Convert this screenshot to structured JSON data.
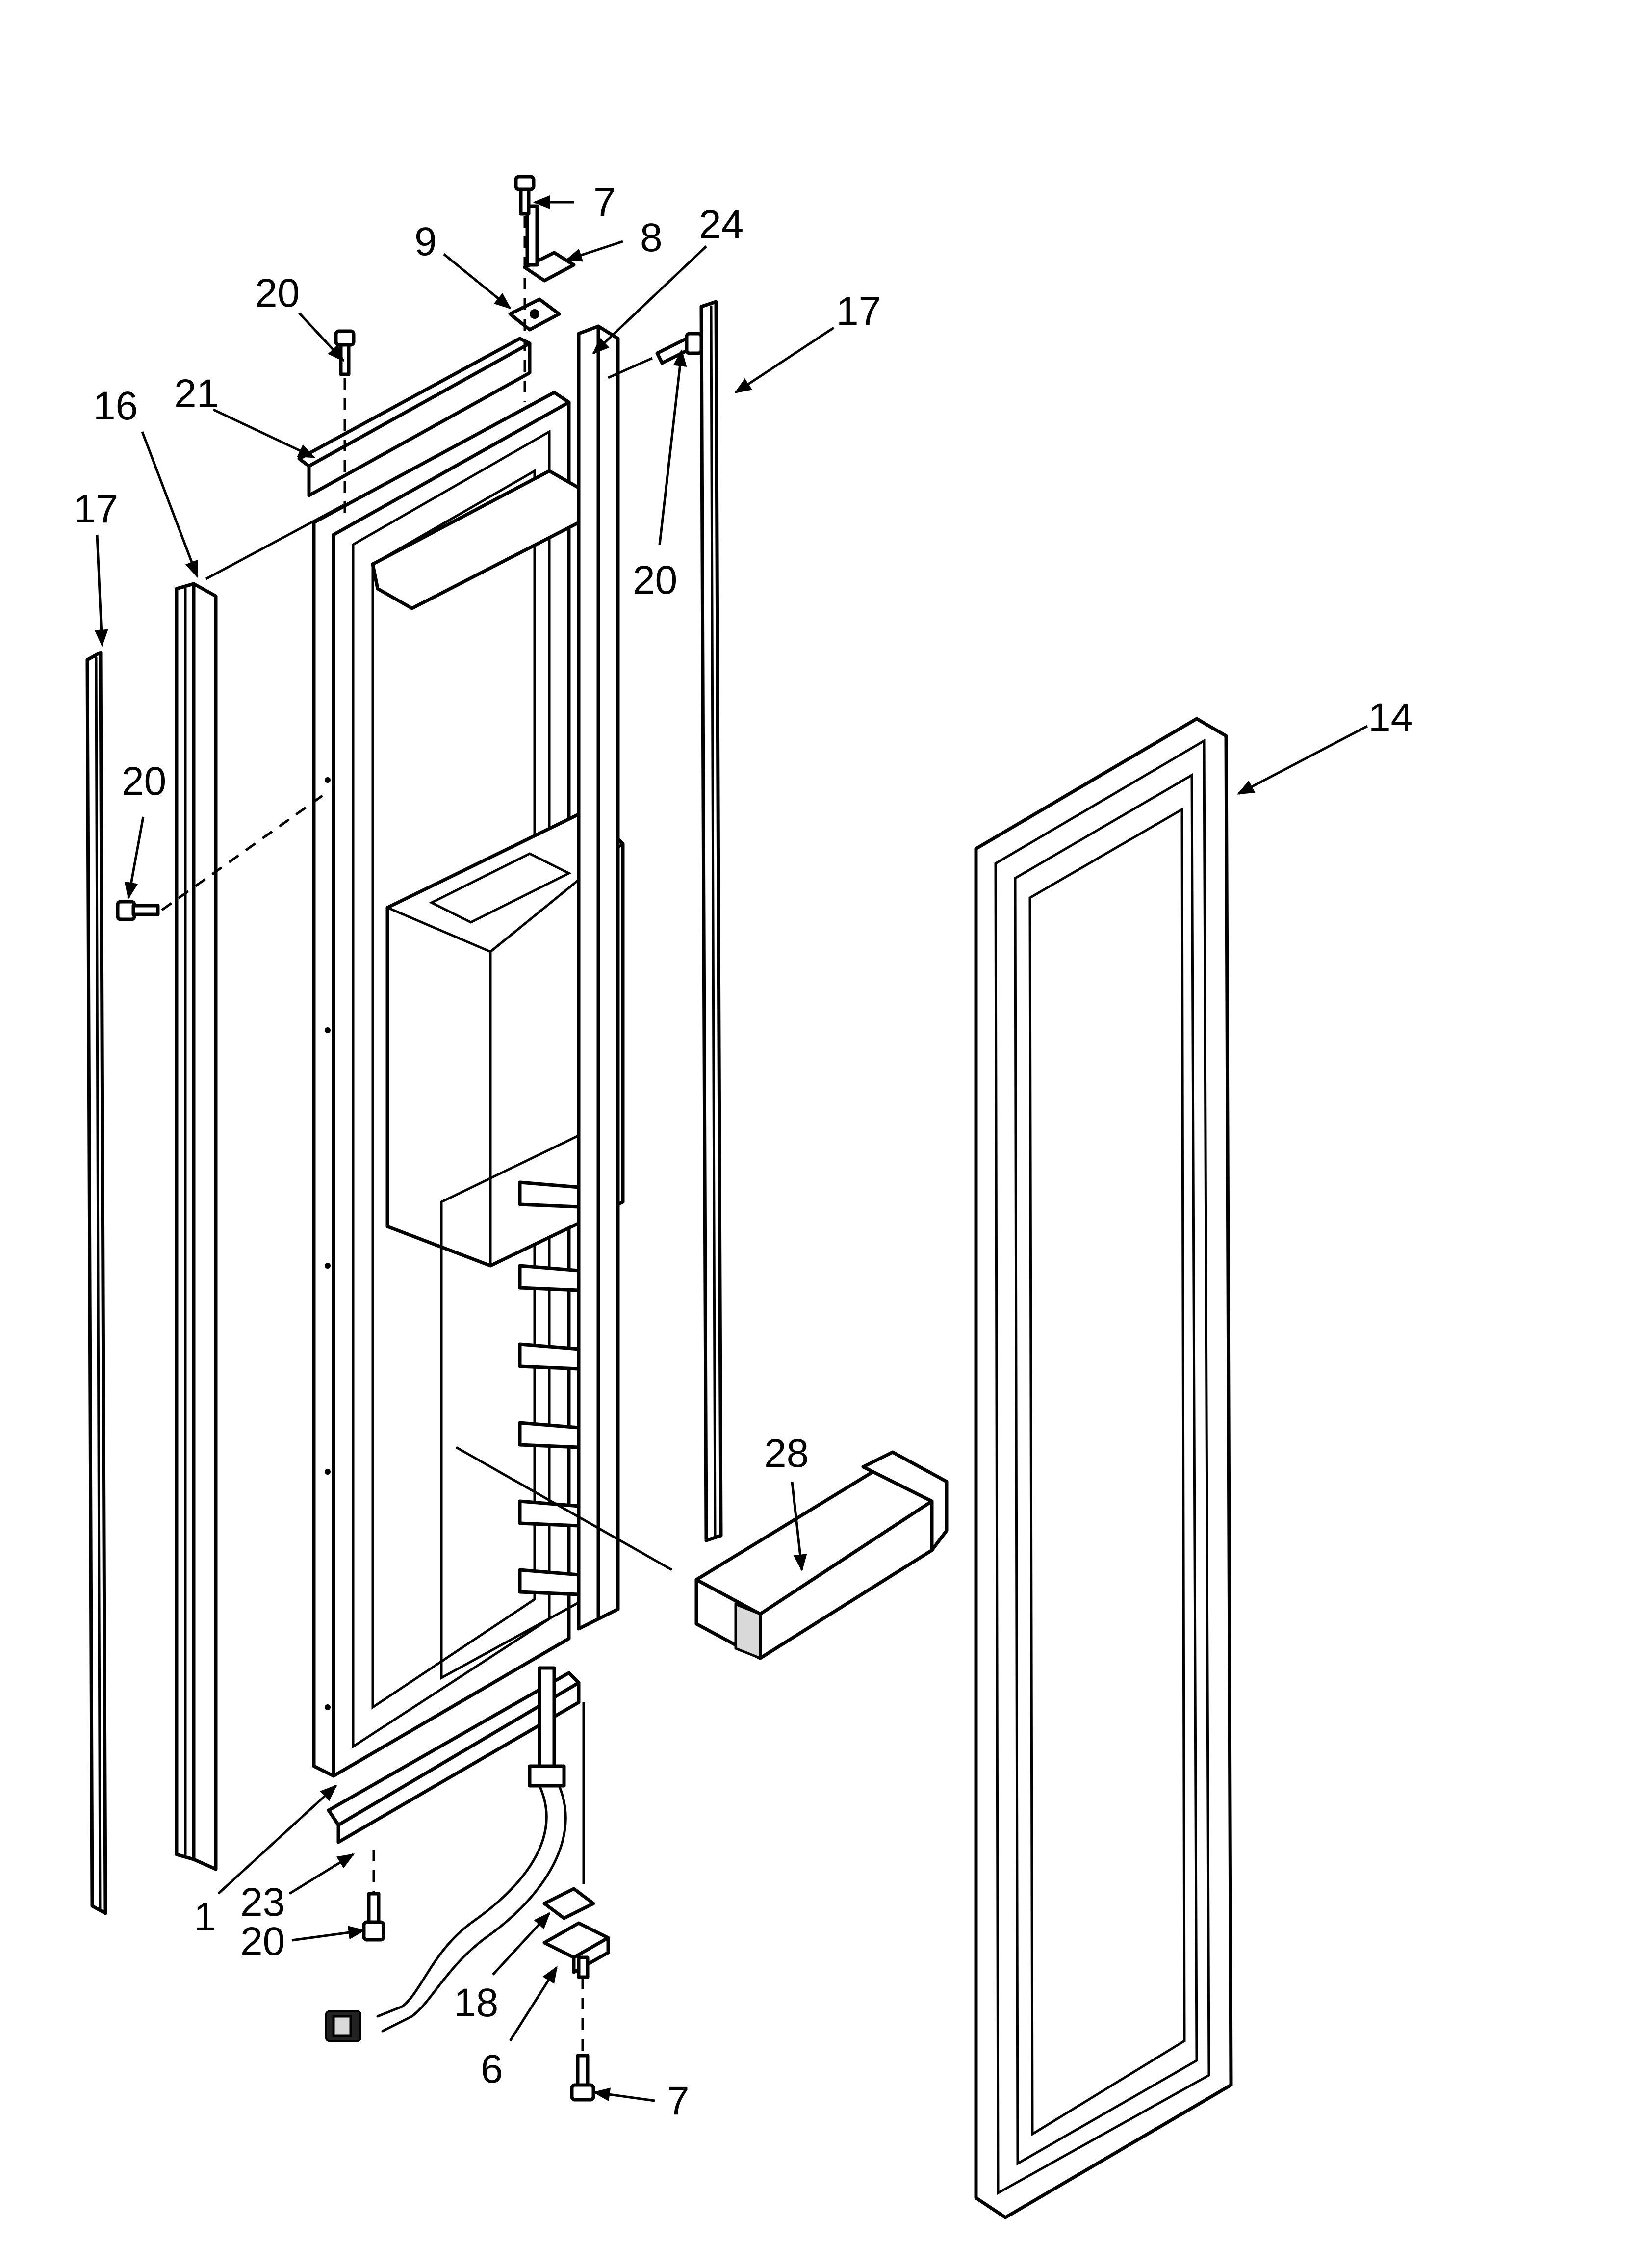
{
  "callouts": [
    {
      "key": "c7_top",
      "text": "7"
    },
    {
      "key": "c8",
      "text": "8"
    },
    {
      "key": "c9",
      "text": "9"
    },
    {
      "key": "c24",
      "text": "24"
    },
    {
      "key": "c17_right",
      "text": "17"
    },
    {
      "key": "c20_top",
      "text": "20"
    },
    {
      "key": "c21",
      "text": "21"
    },
    {
      "key": "c16",
      "text": "16"
    },
    {
      "key": "c17_left",
      "text": "17"
    },
    {
      "key": "c20_right",
      "text": "20"
    },
    {
      "key": "c20_left",
      "text": "20"
    },
    {
      "key": "c14",
      "text": "14"
    },
    {
      "key": "c28",
      "text": "28"
    },
    {
      "key": "c1",
      "text": "1"
    },
    {
      "key": "c23",
      "text": "23"
    },
    {
      "key": "c20_bottom",
      "text": "20"
    },
    {
      "key": "c18",
      "text": "18"
    },
    {
      "key": "c6",
      "text": "6"
    },
    {
      "key": "c7_bottom",
      "text": "7"
    }
  ]
}
